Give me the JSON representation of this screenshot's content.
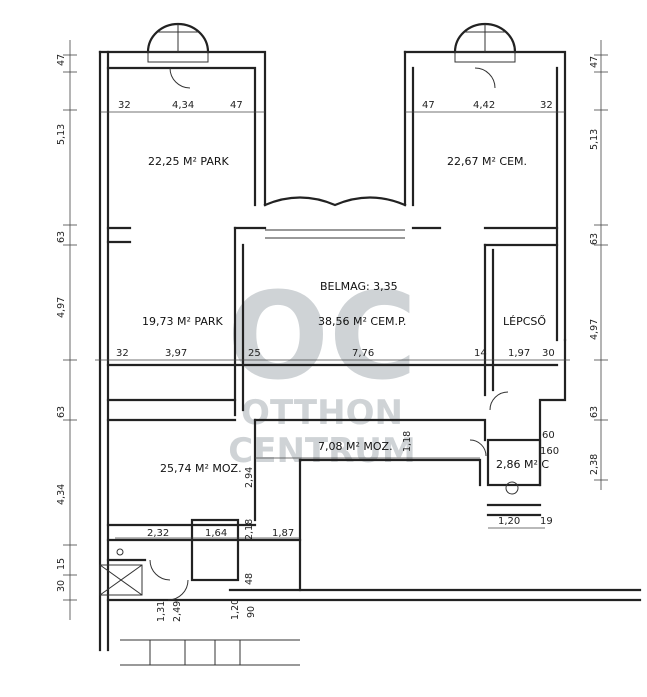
{
  "rooms": {
    "park_top_left": "22,25 M² PARK",
    "cem_top_right": "22,67 M² CEM.",
    "park_mid_left": "19,73 M² PARK",
    "cemp_center": "38,56 M² CEM.P.",
    "lepcso": "LÉPCSŐ",
    "moz_lower_left": "25,74 M² MOZ.",
    "moz_corridor": "7,08 M² MOZ.",
    "mc_small": "2,86 M² C",
    "belmag": "BELMAG: 3,35"
  },
  "dims_top": {
    "l1": "32",
    "l2": "4,34",
    "l3": "47",
    "r1": "47",
    "r2": "4,42",
    "r3": "32"
  },
  "dims_mid": {
    "a": "32",
    "b": "3,97",
    "c": "25",
    "d": "7,76",
    "e": "14",
    "f": "1,97",
    "g": "30"
  },
  "dims_small": {
    "d118": "1,18",
    "d60": "60",
    "d160": "160",
    "d294": "2,94",
    "d120": "1,20",
    "d19": "19",
    "d232": "2,32",
    "d164": "1,64",
    "d218": "2,18",
    "d187": "1,87",
    "d48": "48",
    "d131": "1,31",
    "d249": "2,49",
    "d120b": "1,20",
    "d90": "90"
  },
  "dims_left": {
    "v47": "47",
    "v513": "5,13",
    "v63": "63",
    "v497": "4,97",
    "v63b": "63",
    "v434": "4,34",
    "v30": "30",
    "v15": "15"
  },
  "dims_right": {
    "v47": "47",
    "v513": "5,13",
    "v63": "63",
    "v497": "4,97",
    "v63b": "63",
    "v238": "2,38"
  },
  "watermark": {
    "logo": "OC",
    "line1": "OTTHON",
    "line2": "CENTRUM"
  }
}
